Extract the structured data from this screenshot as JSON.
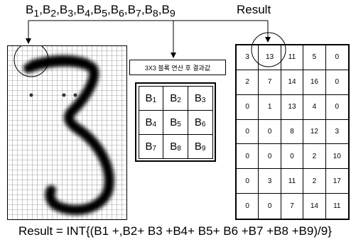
{
  "header": {
    "inputs_label": "B1,B2,B3,B4,B5,B6,B7,B8,B9",
    "result_label": "Result"
  },
  "operation_box": {
    "label": "3X3 블록 연산 후 결과값"
  },
  "kernel": {
    "cells": [
      {
        "base": "B",
        "sub": "1"
      },
      {
        "base": "B",
        "sub": "2"
      },
      {
        "base": "B",
        "sub": "3"
      },
      {
        "base": "B",
        "sub": "4"
      },
      {
        "base": "B",
        "sub": "5"
      },
      {
        "base": "B",
        "sub": "6"
      },
      {
        "base": "B",
        "sub": "7"
      },
      {
        "base": "B",
        "sub": "8"
      },
      {
        "base": "B",
        "sub": "9"
      }
    ]
  },
  "result_grid": {
    "rows": [
      [
        "3",
        "13",
        "11",
        "5",
        "0"
      ],
      [
        "2",
        "7",
        "14",
        "16",
        "0"
      ],
      [
        "0",
        "1",
        "13",
        "4",
        "0"
      ],
      [
        "0",
        "0",
        "8",
        "12",
        "3"
      ],
      [
        "0",
        "0",
        "0",
        "2",
        "10"
      ],
      [
        "0",
        "3",
        "11",
        "2",
        "17"
      ],
      [
        "0",
        "0",
        "7",
        "14",
        "11"
      ]
    ]
  },
  "formula": {
    "text": "Result = INT{(B1 +,B2+ B3 +B4+ B5+ B6 +B7 +B8 +B9)/9}"
  },
  "colors": {
    "ink": "#000000",
    "paper": "#ffffff",
    "grid": "#555555"
  }
}
